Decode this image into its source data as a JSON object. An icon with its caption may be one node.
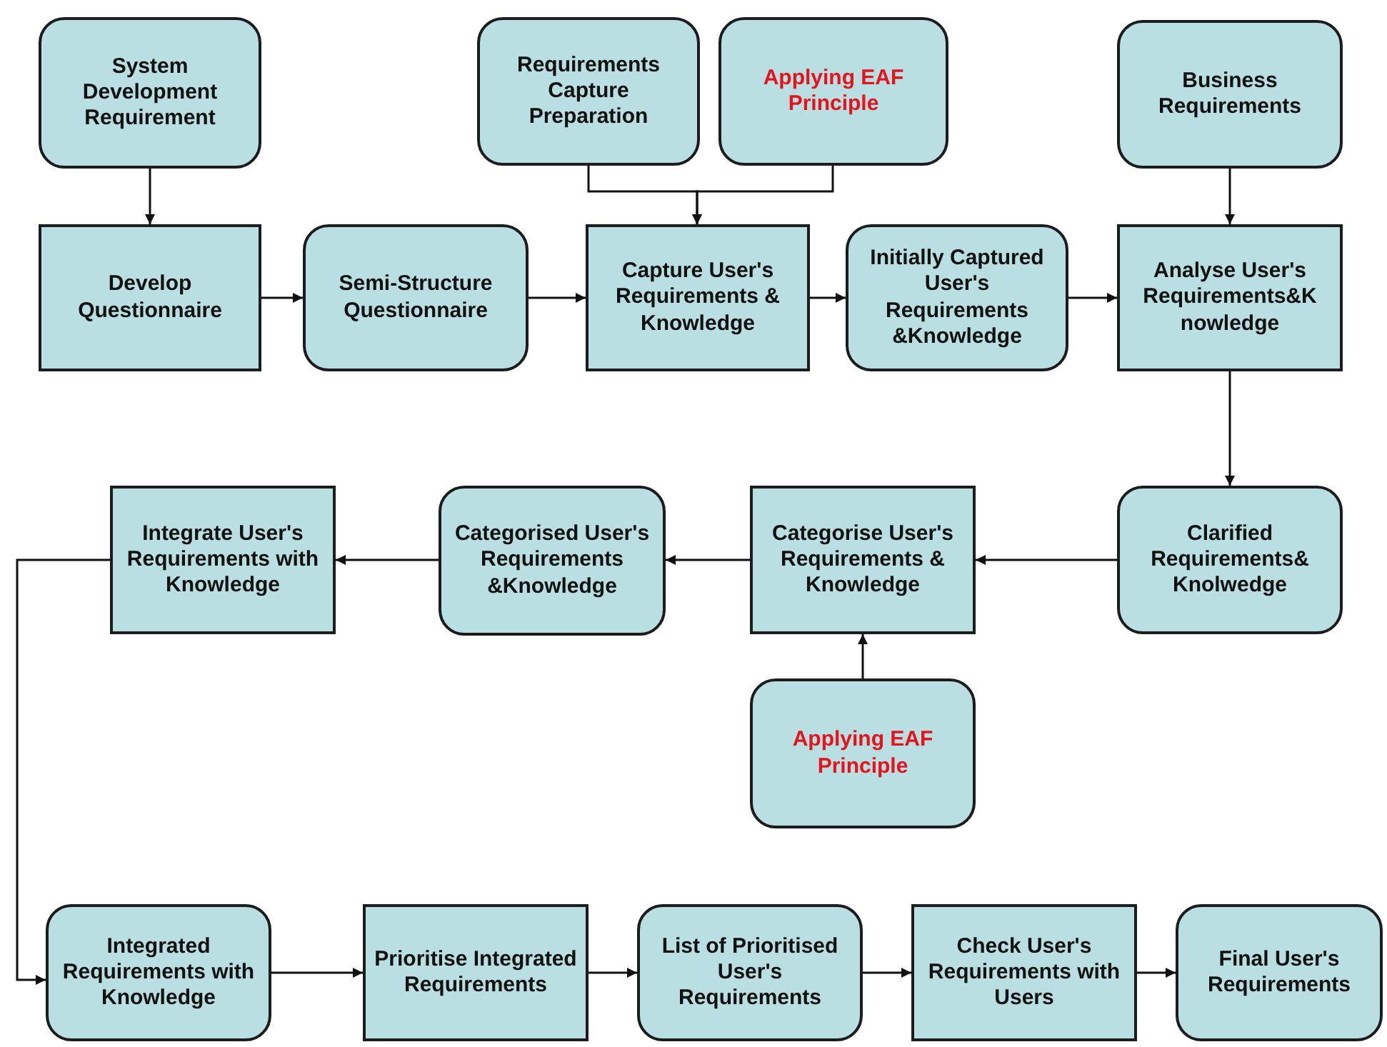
{
  "diagram": {
    "nodes": [
      {
        "text": [
          "System Development Requirement"
        ]
      },
      {
        "text": [
          "Requirements Capture Preparation"
        ]
      },
      {
        "text": [
          "Applying EAF Principle"
        ]
      },
      {
        "text": [
          "Business Requirements"
        ]
      },
      {
        "text": [
          "Develop Questionnaire"
        ]
      },
      {
        "text": [
          "Semi-Structure Questionnaire"
        ]
      },
      {
        "text": [
          "Capture User's Requirements & Knowledge"
        ]
      },
      {
        "text": [
          "Initially Captured User's Requirements &Knowledge"
        ]
      },
      {
        "text": [
          "Analyse User's Requirements&K nowledge"
        ]
      },
      {
        "text": [
          "Integrate User's Requirements with Knowledge"
        ]
      },
      {
        "text": [
          "Categorised User's Requirements &Knowledge"
        ]
      },
      {
        "text": [
          "Categorise User's Requirements & Knowledge"
        ]
      },
      {
        "text": [
          "Clarified Requirements& Knolwedge"
        ]
      },
      {
        "text": [
          "Applying EAF Principle"
        ]
      },
      {
        "text": [
          "Integrated Requirements with Knowledge"
        ]
      },
      {
        "text": [
          "Prioritise Integrated Requirements"
        ]
      },
      {
        "text": [
          "List of Prioritised User's Requirements"
        ]
      },
      {
        "text": [
          "Check User's Requirements with Users"
        ]
      },
      {
        "text": [
          "Final User's Requirements"
        ]
      }
    ],
    "edges": [
      {
        "from": 0,
        "to": 4,
        "arrow": "to"
      },
      {
        "from": 1,
        "to": 6,
        "arrow": "to"
      },
      {
        "from": 2,
        "to": 6,
        "arrow": "to"
      },
      {
        "from": 3,
        "to": 8,
        "arrow": "to"
      },
      {
        "from": 4,
        "to": 5,
        "arrow": "to"
      },
      {
        "from": 5,
        "to": 6,
        "arrow": "to"
      },
      {
        "from": 6,
        "to": 7,
        "arrow": "to"
      },
      {
        "from": 7,
        "to": 8,
        "arrow": "to"
      },
      {
        "from": 8,
        "to": 12,
        "arrow": "to"
      },
      {
        "from": 12,
        "to": 11,
        "arrow": "to"
      },
      {
        "from": 11,
        "to": 10,
        "arrow": "to"
      },
      {
        "from": 10,
        "to": 9,
        "arrow": "to"
      },
      {
        "from": 13,
        "to": 11,
        "arrow": "to"
      },
      {
        "from": 9,
        "to": 14,
        "arrow": "to"
      },
      {
        "from": 14,
        "to": 15,
        "arrow": "to"
      },
      {
        "from": 15,
        "to": 16,
        "arrow": "to"
      },
      {
        "from": 16,
        "to": 17,
        "arrow": "to"
      },
      {
        "from": 17,
        "to": 18,
        "arrow": "to"
      }
    ]
  }
}
